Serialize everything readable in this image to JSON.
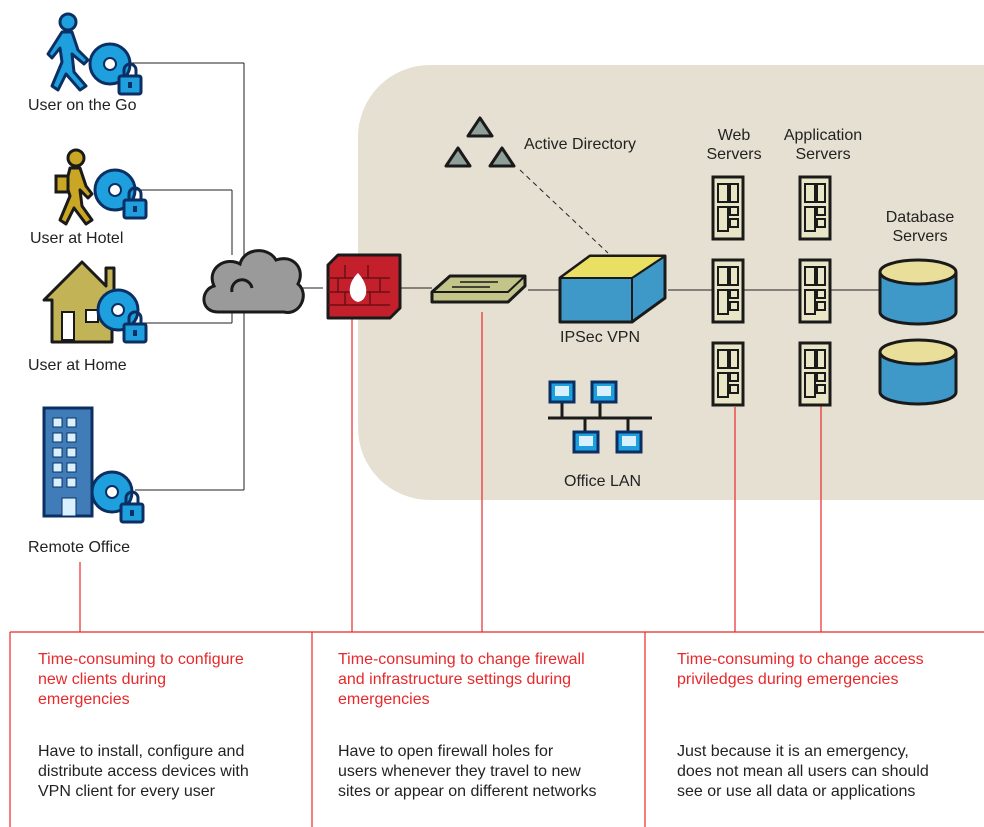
{
  "colors": {
    "lan_background": "#e6e0d2",
    "connector": "#222222",
    "callout_line": "#e8282b",
    "callout_title": "#e8282b",
    "cd_blue": "#1ea0df",
    "firewall": "#c4202c",
    "vpn_box": "#3f99c8",
    "database": "#3f99c8"
  },
  "users": [
    {
      "label": "User on the Go",
      "icon": "walking-user-icon"
    },
    {
      "label": "User at Hotel",
      "icon": "walking-user-with-bag-icon"
    },
    {
      "label": "User at Home",
      "icon": "house-icon"
    },
    {
      "label": "Remote Office",
      "icon": "office-building-icon"
    }
  ],
  "network": {
    "active_directory": "Active Directory",
    "web_servers": "Web\nServers",
    "application_servers": "Application\nServers",
    "database_servers": "Database\nServers",
    "ipsec_vpn": "IPSec VPN",
    "office_lan": "Office LAN"
  },
  "panels": [
    {
      "title": "Time-consuming  to configure\nnew clients during\nemergencies",
      "body": "Have to install, configure and\ndistribute access devices with\nVPN client for every user"
    },
    {
      "title": "Time-consuming  to change firewall\nand infrastructure settings during\nemergencies",
      "body": "Have to open firewall holes for\nusers whenever they travel to new\nsites or appear on different networks"
    },
    {
      "title": "Time-consuming to change access\npriviledges during emergencies",
      "body": "Just because it is an emergency,\ndoes not mean all users can should\nsee or use all data or applications"
    }
  ]
}
